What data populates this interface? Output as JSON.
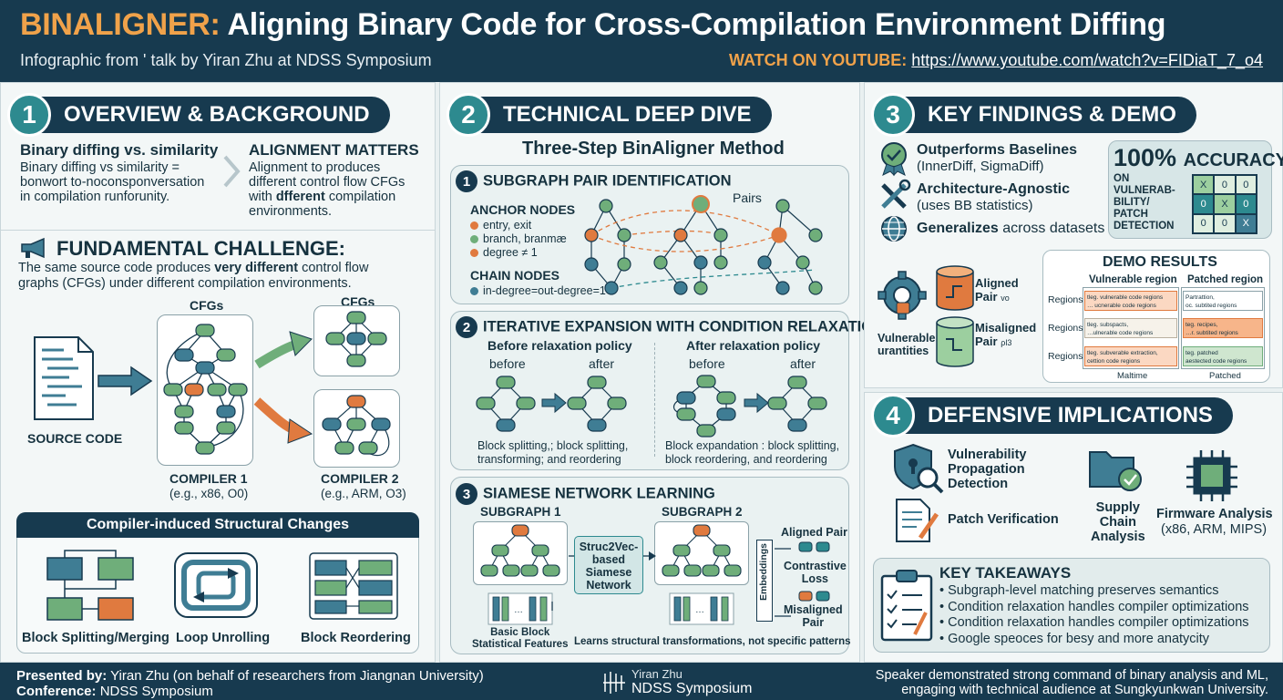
{
  "header": {
    "title_accent": "BINALIGNER:",
    "title_rest": " Aligning Binary Code for Cross-Compilation Environment Diffing",
    "subtitle": "Infographic from ' talk by Yiran Zhu at NDSS Symposium",
    "watch_label": "WATCH ON YOUTUBE:",
    "watch_url": "https://www.youtube.com/watch?v=FIDiaT_7_o4"
  },
  "s1": {
    "num": "1",
    "title": "OVERVIEW & BACKGROUND",
    "diff_title": "Binary diffing vs. similarity",
    "diff_body_1": "Binary diffing vs similarity =",
    "diff_body_2": "bonwort to-noconsponversation",
    "diff_body_3": "in compilation runforunity.",
    "align_title": "ALIGNMENT MATTERS",
    "align_1": "Alignment to produces",
    "align_2": "different control flow CFGs",
    "align_3a": "with ",
    "align_3b": "dfferent",
    "align_3c": " compilation",
    "align_4": "environments.",
    "challenge_title": "FUNDAMENTAL CHALLENGE:",
    "challenge_1a": "The same source code produces ",
    "challenge_1b": "very different",
    "challenge_1c": " control flow",
    "challenge_2": "graphs (CFGs) under different compilation environments.",
    "cfgs_1": "CFGs",
    "cfgs_2": "CFGs",
    "source_code": "SOURCE CODE",
    "compiler1": "COMPILER 1",
    "compiler1_sub": "(e.g., x86, O0)",
    "compiler2": "COMPILER 2",
    "compiler2_sub": "(e.g., ARM, O3)",
    "changes_title": "Compiler-induced Structural Changes",
    "change_1": "Block Splitting/Merging",
    "change_2": "Loop Unrolling",
    "change_3": "Block Reordering"
  },
  "s2": {
    "num": "2",
    "title": "TECHNICAL DEEP DIVE",
    "method_title": "Three-Step BinAligner Method",
    "step1_num": "1",
    "step1_title": "SUBGRAPH PAIR IDENTIFICATION",
    "anchor_title": "ANCHOR NODES",
    "anchor_1": "entry, exit",
    "anchor_2": "branch, branmæ",
    "anchor_3": "degree ≠ 1",
    "chain_title": "CHAIN NODES",
    "chain_1": "in-degree=out-degree=1",
    "pairs": "Pairs",
    "step2_num": "2",
    "step2_title": "ITERATIVE EXPANSION WITH CONDITION RELAXATION",
    "before_policy": "Before relaxation policy",
    "after_policy": "After relaxation policy",
    "before": "before",
    "after": "after",
    "before_cap_1": "Block splitting,; block splitting,",
    "before_cap_2": "transforming; and reordering",
    "after_cap_1": "Block expandation : block splitting,",
    "after_cap_2": "block reordering, and reordering",
    "step3_num": "3",
    "step3_title": "SIAMESE NETWORK LEARNING",
    "subgraph1": "SUBGRAPH 1",
    "subgraph2": "SUBGRAPH 2",
    "net_1": "Struc2Vec-",
    "net_2": "based",
    "net_3": "Siamese",
    "net_4": "Network",
    "embeddings": "Embeddings",
    "aligned_pair": "Aligned Pair",
    "contrastive_1": "Contrastive",
    "contrastive_2": "Loss",
    "misaligned_1": "Misaligned",
    "misaligned_2": "Pair",
    "bb_1": "Basic Block",
    "bb_2": "Statistical Features",
    "learns": "Learns structural transformations, not specific patterns"
  },
  "s3": {
    "num": "3",
    "title": "KEY FINDINGS & DEMO",
    "f1_title": "Outperforms Baselines",
    "f1_sub": "(InnerDiff, SigmaDiff)",
    "f2_title": "Architecture-Agnostic",
    "f2_sub": "(uses BB statistics)",
    "f3_title": "Generalizes",
    "f3_rest": " across datasets",
    "acc_big": "100%",
    "acc_word": "ACCURACY",
    "acc_1": "ON",
    "acc_2": "VULNERAB-",
    "acc_3": "BILITY/",
    "acc_4": "PATCH",
    "acc_5": "DETECTION",
    "matrix": [
      [
        "X",
        "0",
        "0"
      ],
      [
        "0",
        "X",
        "0"
      ],
      [
        "0",
        "0",
        "X"
      ]
    ],
    "aligned": "Aligned",
    "aligned_pair": "Pair",
    "aligned_sub": "vo",
    "misaligned": "Misaligned",
    "misaligned_pair": "Pair",
    "misaligned_sub": "ρl3",
    "vuln_1": "Vulnerable",
    "vuln_2": "urantities",
    "demo_title": "DEMO RESULTS",
    "vuln_region": "Vulnerable region",
    "patched_region": "Patched region",
    "regions": "Regions",
    "v_1a": "tleg. vulnerable code regions",
    "v_1b": "… ucnerable code regions",
    "v_2a": "tleg. subspacts,",
    "v_2b": "…ulnerable code regions",
    "v_3a": "tleg. subverable extraction,",
    "v_3b": "cettion code regions",
    "p_1a": "Partrattion,",
    "p_1b": "oc. subtited regions",
    "p_2a": "teg. recipes,",
    "p_2b": "…r. subtited regions",
    "p_3a": "teg. patched",
    "p_3b": "aestected code regions",
    "maltime": "Maltime",
    "patched": "Patched"
  },
  "s4": {
    "num": "4",
    "title": "DEFENSIVE IMPLICATIONS",
    "vpd_1": "Vulnerability",
    "vpd_2": "Propagation",
    "vpd_3": "Detection",
    "patch": "Patch Verification",
    "supply_1": "Supply",
    "supply_2": "Chain",
    "supply_3": "Analysis",
    "firmware": "Firmware Analysis",
    "firmware_sub": "(x86, ARM, MIPS)",
    "takeaways_title": "KEY TAKEAWAYS",
    "takeaways": [
      "• Subgraph-level matching preserves semantics",
      "• Condition relaxation handles compiler optimizations",
      "• Condition relaxation handles compiler optimizations",
      "• Google speoces for besy and more anatycity"
    ]
  },
  "footer": {
    "presented_label": "Presented by:",
    "presented_value": " Yiran Zhu (on behalf of researchers from Jiangnan University)",
    "conference_label": "Conference:",
    "conference_value": " NDSS Symposium",
    "logo_1": "Yiran Zhu",
    "logo_2": "NDSS Symposium",
    "right_1": "Speaker demonstrated strong command of binary analysis and ML,",
    "right_2": "engaging with technical audience at Sungkyunkwan University."
  },
  "colors": {
    "navy": "#173a4f",
    "teal": "#2d8a8f",
    "orange": "#e07a3f",
    "green": "#6fae7a",
    "blue": "#3f7d94",
    "gold": "#f0a24a"
  }
}
